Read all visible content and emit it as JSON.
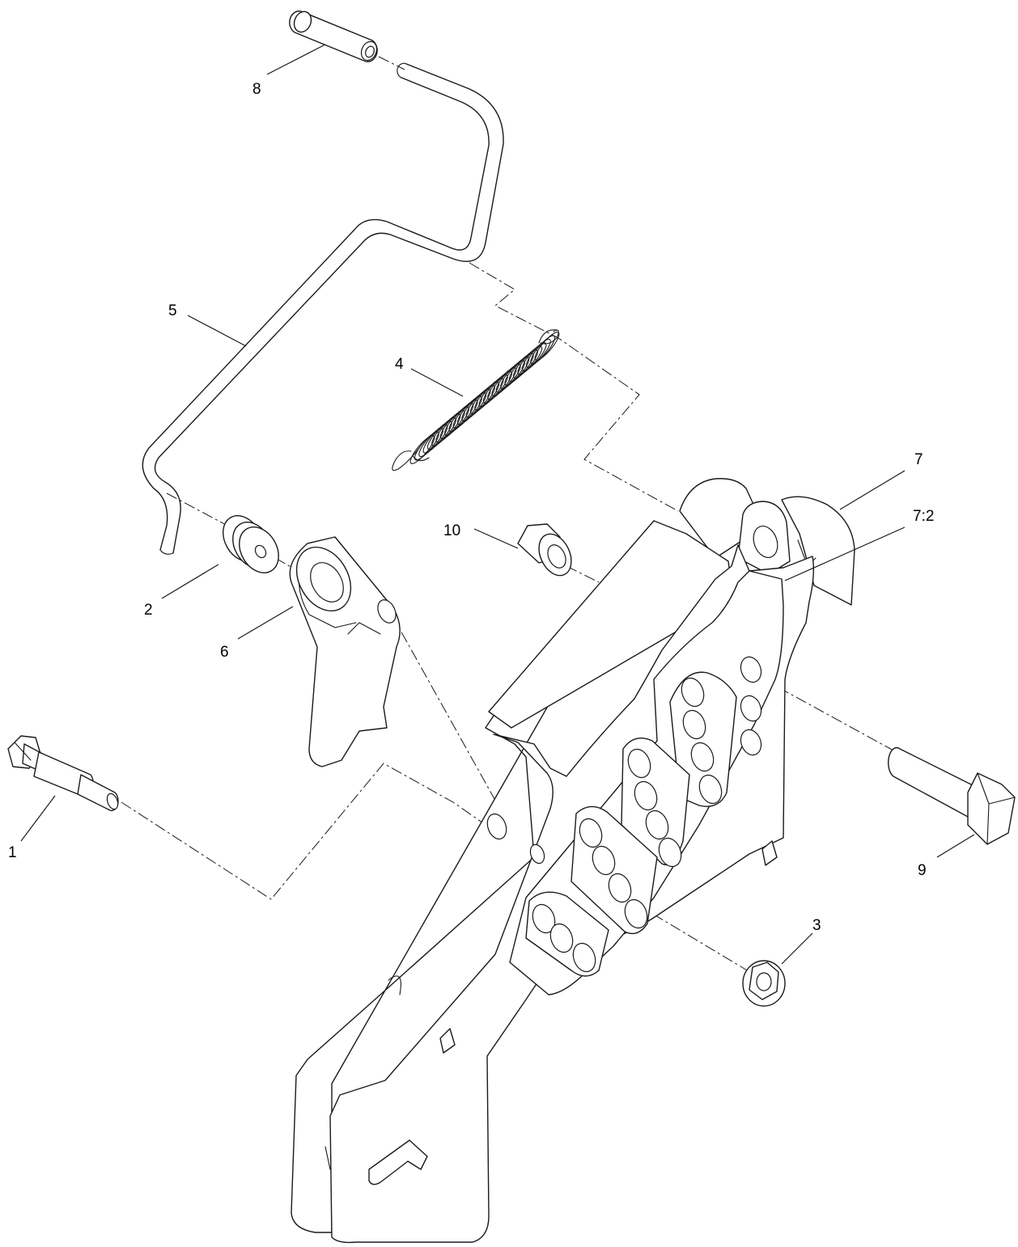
{
  "diagram": {
    "callouts": [
      {
        "id": "1",
        "label": "1"
      },
      {
        "id": "2",
        "label": "2"
      },
      {
        "id": "3",
        "label": "3"
      },
      {
        "id": "4",
        "label": "4"
      },
      {
        "id": "5",
        "label": "5"
      },
      {
        "id": "6",
        "label": "6"
      },
      {
        "id": "7",
        "label": "7"
      },
      {
        "id": "7-2",
        "label": "7:2"
      },
      {
        "id": "8",
        "label": "8"
      },
      {
        "id": "9",
        "label": "9"
      },
      {
        "id": "10",
        "label": "10"
      }
    ],
    "colors": {
      "line": "#1a1a1a",
      "background": "#ffffff",
      "text": "#000000"
    }
  }
}
